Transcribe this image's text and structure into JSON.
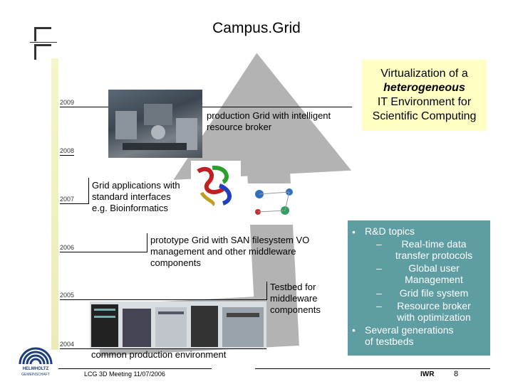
{
  "slide": {
    "title": "Campus.Grid",
    "years": [
      "2009",
      "2008",
      "2007",
      "2006",
      "2005",
      "2004"
    ],
    "milestones": {
      "m2009": "production Grid with intelligent resource broker",
      "m2007": "Grid applications with standard interfaces e.g. Bioinformatics",
      "m2006": "prototype Grid with SAN filesystem VO management and other middleware components",
      "m2005": "Testbed for middleware components",
      "m2004": "common production environment"
    },
    "callout": {
      "line1": "Virtualization of a",
      "line2": "heterogeneous",
      "line3": "IT Environment for",
      "line4": "Scientific Computing"
    },
    "topics": {
      "item1": "R&D topics",
      "sub1": "Real-time data transfer protocols",
      "sub2": "Global user Management",
      "sub3": "Grid file system",
      "sub4": "Resource broker with optimization",
      "item2": "Several generations of testbeds"
    },
    "footer": {
      "meeting": "LCG 3D Meeting 11/07/2006",
      "dept": "IWR",
      "page": "8"
    },
    "logo_text": [
      "HELMHOLTZ",
      "GEMEINSCHAFT"
    ]
  },
  "colors": {
    "arrow": "#b3b3b3",
    "callout_bg": "#ffffc4",
    "topics_bg": "#5e9ea2",
    "timeline": "#f6f5c8",
    "logo_blue": "#1a3f7a"
  },
  "icons": [
    "fzk-logo",
    "helmholtz-logo",
    "bullet-icon",
    "dash-icon"
  ]
}
